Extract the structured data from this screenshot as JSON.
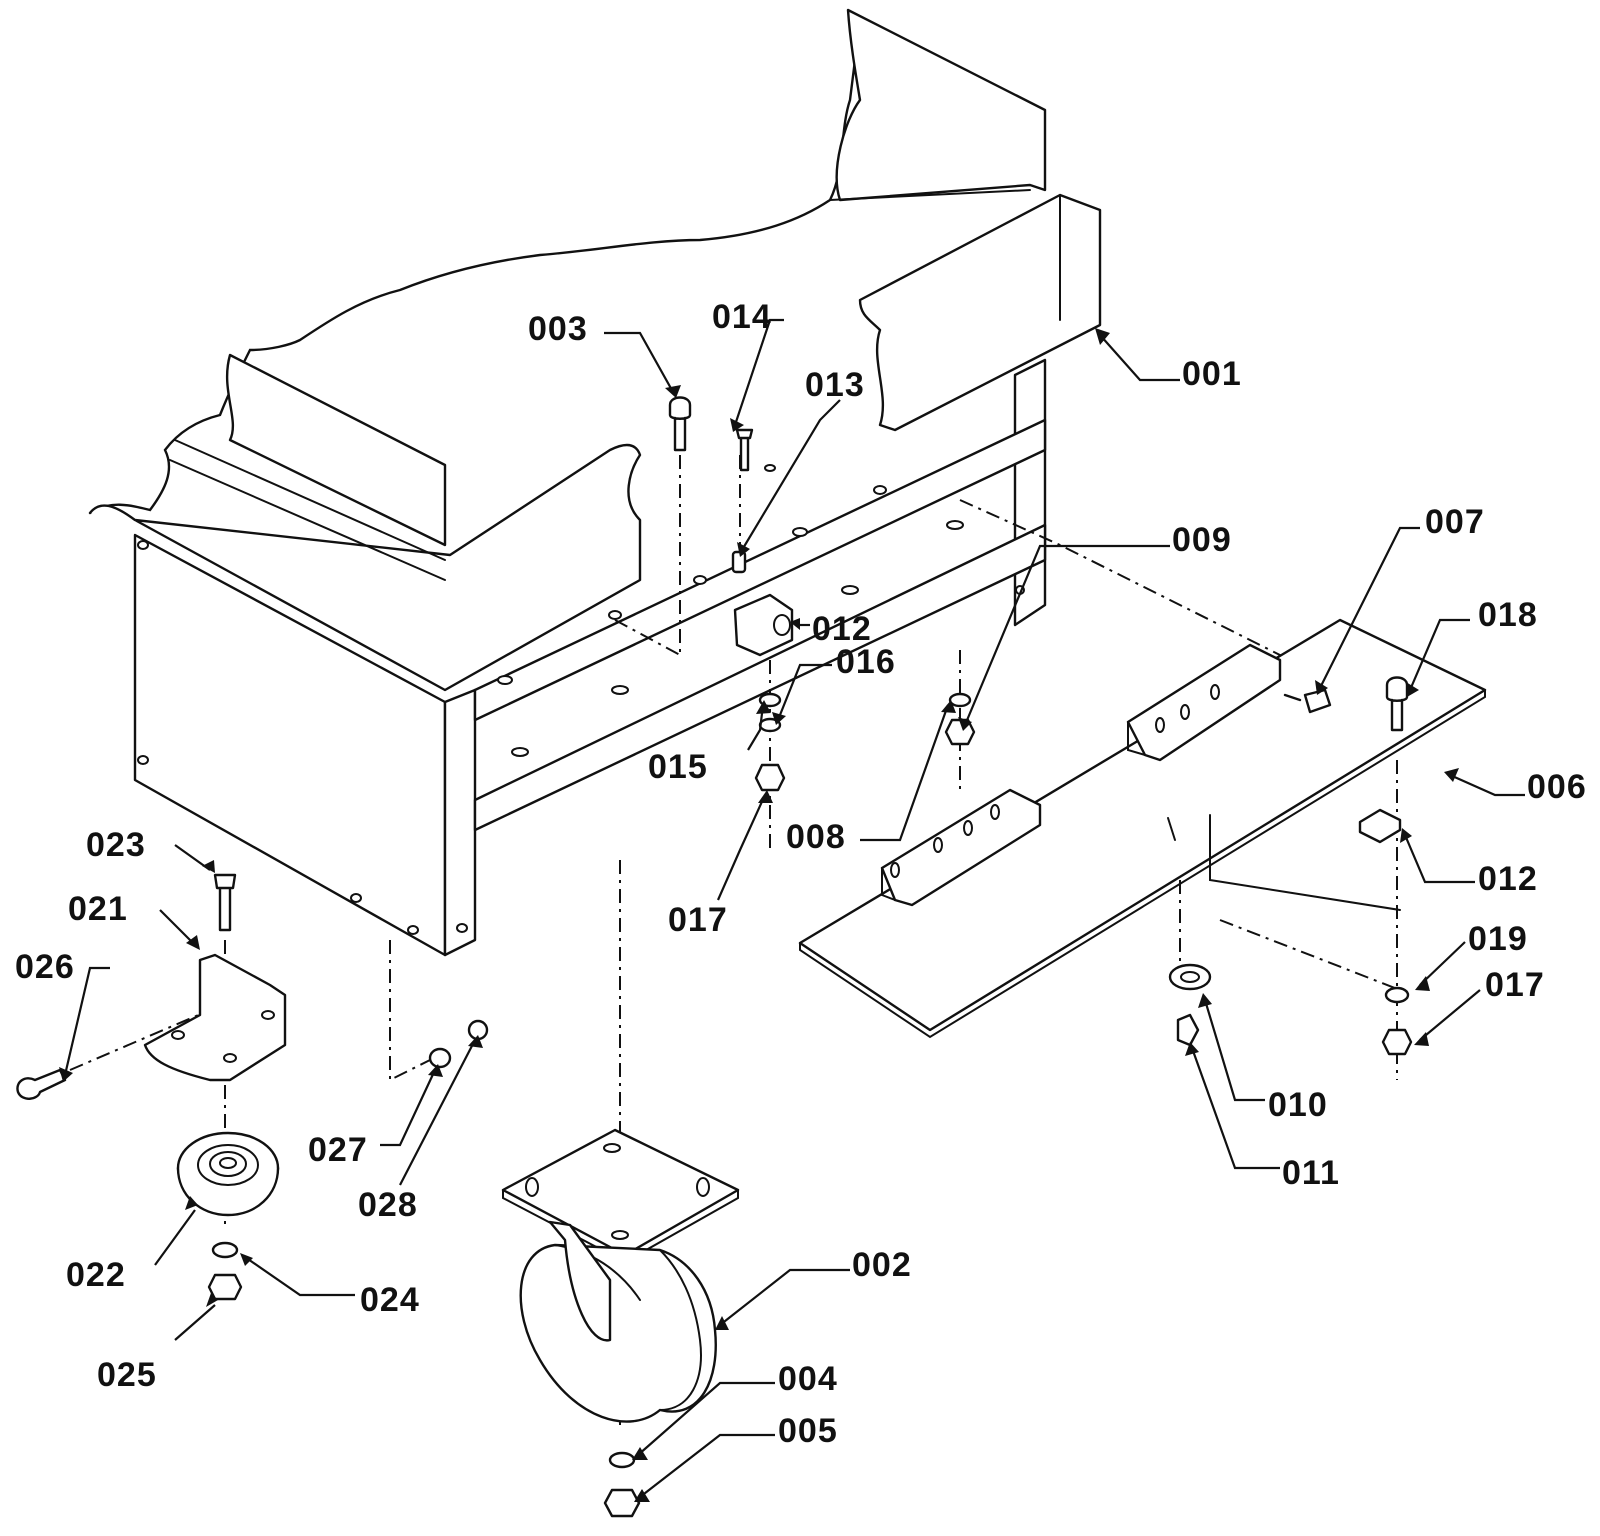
{
  "diagram": {
    "type": "exploded-parts-view",
    "callouts": [
      {
        "id": "c001",
        "label": "001"
      },
      {
        "id": "c002",
        "label": "002"
      },
      {
        "id": "c003",
        "label": "003"
      },
      {
        "id": "c004",
        "label": "004"
      },
      {
        "id": "c005",
        "label": "005"
      },
      {
        "id": "c006",
        "label": "006"
      },
      {
        "id": "c007",
        "label": "007"
      },
      {
        "id": "c008",
        "label": "008"
      },
      {
        "id": "c009",
        "label": "009"
      },
      {
        "id": "c010",
        "label": "010"
      },
      {
        "id": "c011",
        "label": "011"
      },
      {
        "id": "c012a",
        "label": "012"
      },
      {
        "id": "c012b",
        "label": "012"
      },
      {
        "id": "c013",
        "label": "013"
      },
      {
        "id": "c014",
        "label": "014"
      },
      {
        "id": "c015",
        "label": "015"
      },
      {
        "id": "c016",
        "label": "016"
      },
      {
        "id": "c017a",
        "label": "017"
      },
      {
        "id": "c017b",
        "label": "017"
      },
      {
        "id": "c018",
        "label": "018"
      },
      {
        "id": "c019",
        "label": "019"
      },
      {
        "id": "c021",
        "label": "021"
      },
      {
        "id": "c022",
        "label": "022"
      },
      {
        "id": "c023",
        "label": "023"
      },
      {
        "id": "c024",
        "label": "024"
      },
      {
        "id": "c025",
        "label": "025"
      },
      {
        "id": "c026",
        "label": "026"
      },
      {
        "id": "c027",
        "label": "027"
      },
      {
        "id": "c028",
        "label": "028"
      }
    ]
  }
}
